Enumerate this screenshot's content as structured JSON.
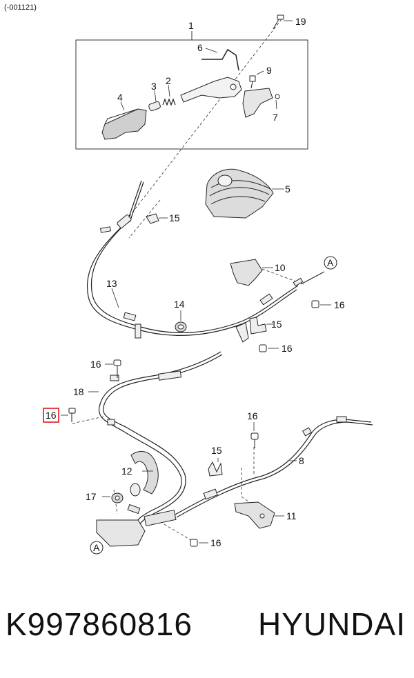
{
  "diagram_code": "(-001121)",
  "callouts": {
    "c1": "1",
    "c2": "2",
    "c3": "3",
    "c4": "4",
    "c5": "5",
    "c6": "6",
    "c7": "7",
    "c8": "8",
    "c9": "9",
    "c10": "10",
    "c11": "11",
    "c12": "12",
    "c13": "13",
    "c14": "14",
    "c15a": "15",
    "c15b": "15",
    "c15c": "15",
    "c16a": "16",
    "c16b": "16",
    "c16c": "16",
    "c16d": "16",
    "c16e": "16",
    "c16f": "16",
    "c17": "17",
    "c18": "18",
    "c19": "19",
    "ref_a_top": "A",
    "ref_a_bottom": "A"
  },
  "highlighted_callout": "16",
  "footer": {
    "part_number": "K997860816",
    "brand": "HYUNDAI"
  },
  "colors": {
    "highlight": "#e0161e",
    "line": "#222222"
  }
}
